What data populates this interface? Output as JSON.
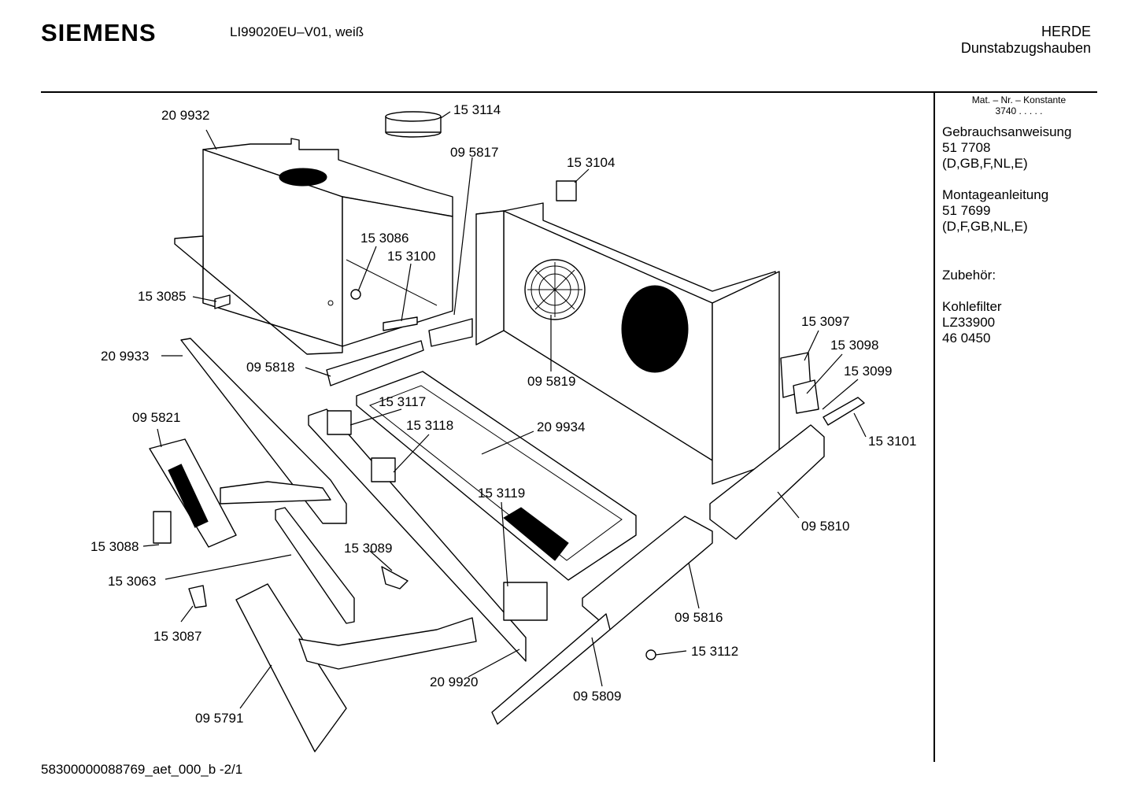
{
  "header": {
    "brand": "SIEMENS",
    "model": "LI99020EU–V01, weiß",
    "category": "HERDE",
    "subcategory": "Dunstabzugshauben"
  },
  "sidebar": {
    "mat_label": "Mat. – Nr. – Konstante",
    "mat_value": "3740  .  .  .  .  .",
    "manual_title": "Gebrauchsanweisung",
    "manual_number": "51 7708",
    "manual_langs": "(D,GB,F,NL,E)",
    "mounting_title": "Montageanleitung",
    "mounting_number": "51 7699",
    "mounting_langs": "(D,F,GB,NL,E)",
    "accessories_title": "Zubehör:",
    "filter_title": "Kohlefilter",
    "filter_model": "LZ33900",
    "filter_number": "46 0450"
  },
  "parts": {
    "p209932": "20 9932",
    "p153114": "15 3114",
    "p095817": "09 5817",
    "p153104": "15 3104",
    "p153086": "15 3086",
    "p153100": "15 3100",
    "p153085": "15 3085",
    "p209933": "20 9933",
    "p095818": "09 5818",
    "p095819": "09 5819",
    "p153097": "15 3097",
    "p153098": "15 3098",
    "p153099": "15 3099",
    "p153101": "15 3101",
    "p095821": "09 5821",
    "p153117": "15 3117",
    "p153118": "15 3118",
    "p209934": "20 9934",
    "p153119": "15 3119",
    "p095810": "09 5810",
    "p153088": "15 3088",
    "p153063": "15 3063",
    "p153089": "15 3089",
    "p153087": "15 3087",
    "p095816": "09 5816",
    "p153112": "15 3112",
    "p209920": "20 9920",
    "p095809": "09 5809",
    "p095791": "09 5791"
  },
  "footer": {
    "doc_id": "58300000088769_aet_000_b  -2/1"
  }
}
